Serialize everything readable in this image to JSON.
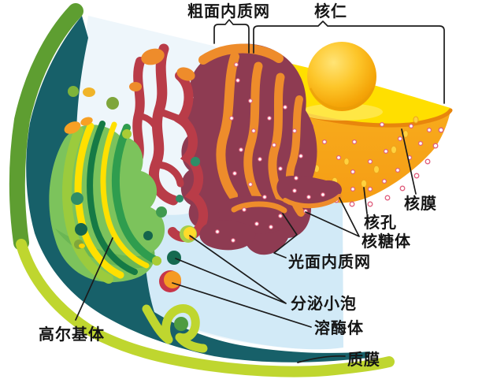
{
  "diagram": {
    "kind": "cell-structure-cutaway",
    "labels": {
      "rough_er": "粗面内质网",
      "nucleolus": "核仁",
      "nuclear_membrane": "核膜",
      "nuclear_pore": "核孔",
      "ribosome": "核糖体",
      "smooth_er": "光面内质网",
      "secretory_vesicle": "分泌小泡",
      "lysosome": "溶酶体",
      "golgi_body": "高尔基体",
      "plasma_membrane": "质膜"
    },
    "colors": {
      "background": "#ffffff",
      "cytoplasm_blue": "#d2eaf7",
      "interior_pale": "#eef6fb",
      "membrane_outer_green": "#5e9e31",
      "membrane_outer_yellowgreen": "#bfd62f",
      "membrane_inner_teal": "#176069",
      "nucleus_top_yellow": "#ffdf00",
      "nucleus_face_orange": "#f6a41f",
      "nucleus_rim_orange": "#e8860c",
      "nucleolus_orange": "#f9b410",
      "er_maroon": "#8e3b52",
      "er_crimson": "#b93c48",
      "er_orange": "#ee8c2b",
      "golgi_base_green": "#7cc35c",
      "golgi_dark_green": "#157a45",
      "golgi_yellow": "#ffe000",
      "ribosome_dot_ring": "#e0607e",
      "label_text": "#151515"
    }
  }
}
